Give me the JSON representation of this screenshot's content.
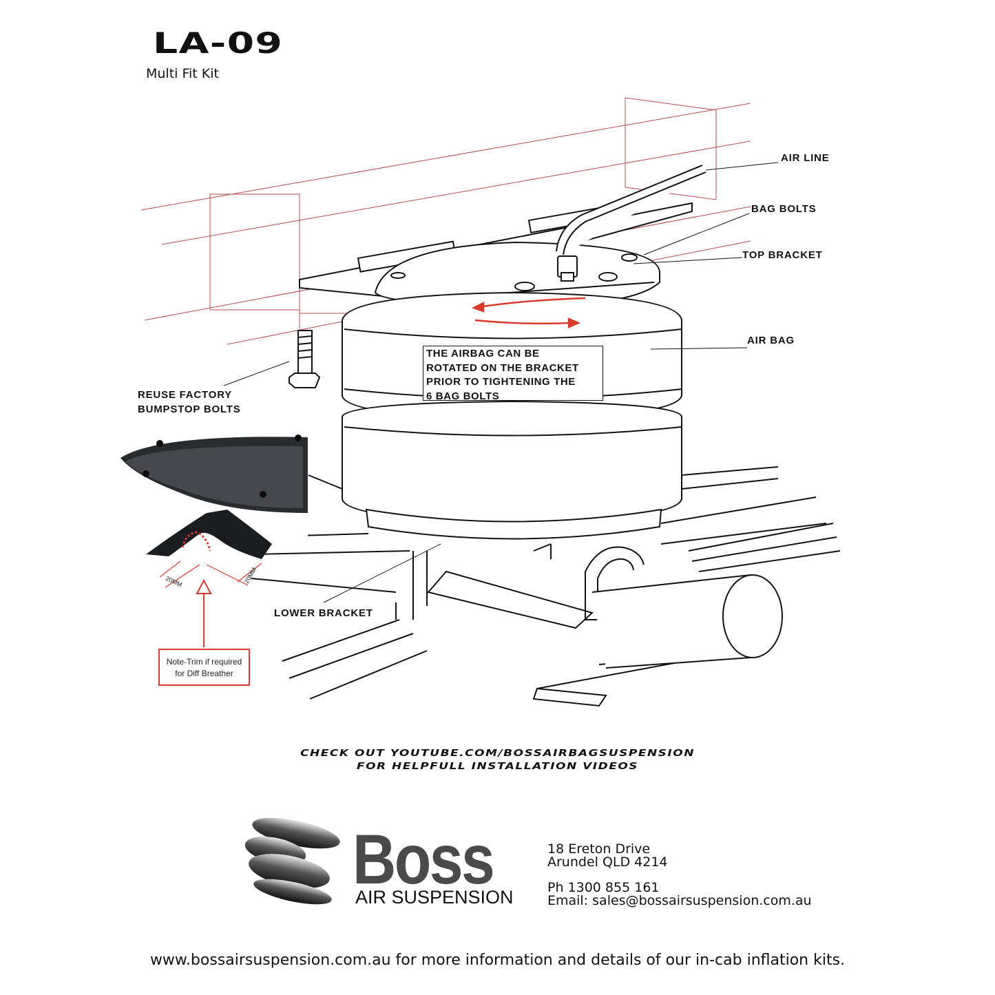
{
  "header": {
    "title": "LA-09",
    "subtitle": "Multi Fit Kit"
  },
  "callouts": {
    "air_line": "AIR LINE",
    "bag_bolts": "BAG BOLTS",
    "top_bracket": "TOP BRACKET",
    "air_bag": "AIR BAG",
    "reuse_line1": "REUSE FACTORY",
    "reuse_line2": "BUMPSTOP BOLTS",
    "lower_bracket": "LOWER BRACKET"
  },
  "rotate_note": {
    "line1": "THE AIRBAG CAN BE",
    "line2": "ROTATED ON THE BRACKET",
    "line3": "PRIOR TO TIGHTENING THE",
    "line4": "6 BAG BOLTS"
  },
  "detail_photo": {
    "dim_left": "20MM",
    "dim_right": "20MM",
    "note_line1": "Note-Trim if required",
    "note_line2": "for Diff Breather"
  },
  "youtube": {
    "line1": "CHECK OUT YOUTUBE.COM/BOSSAIRBAGSUSPENSION",
    "line2": "FOR HELPFULL INSTALLATION VIDEOS"
  },
  "brand": {
    "name": "Boss",
    "tagline": "AIR SUSPENSION"
  },
  "contact": {
    "address1": "18 Ereton Drive",
    "address2": "Arundel QLD 4214",
    "phone": "Ph 1300 855 161",
    "email": "Email: sales@bossairsuspension.com.au"
  },
  "footer": {
    "text": "www.bossairsuspension.com.au for more information and details of our in-cab inflation kits."
  },
  "colors": {
    "accent_red": "#d93a2b",
    "frame_red": "#b84a4a",
    "ink": "#111111"
  }
}
